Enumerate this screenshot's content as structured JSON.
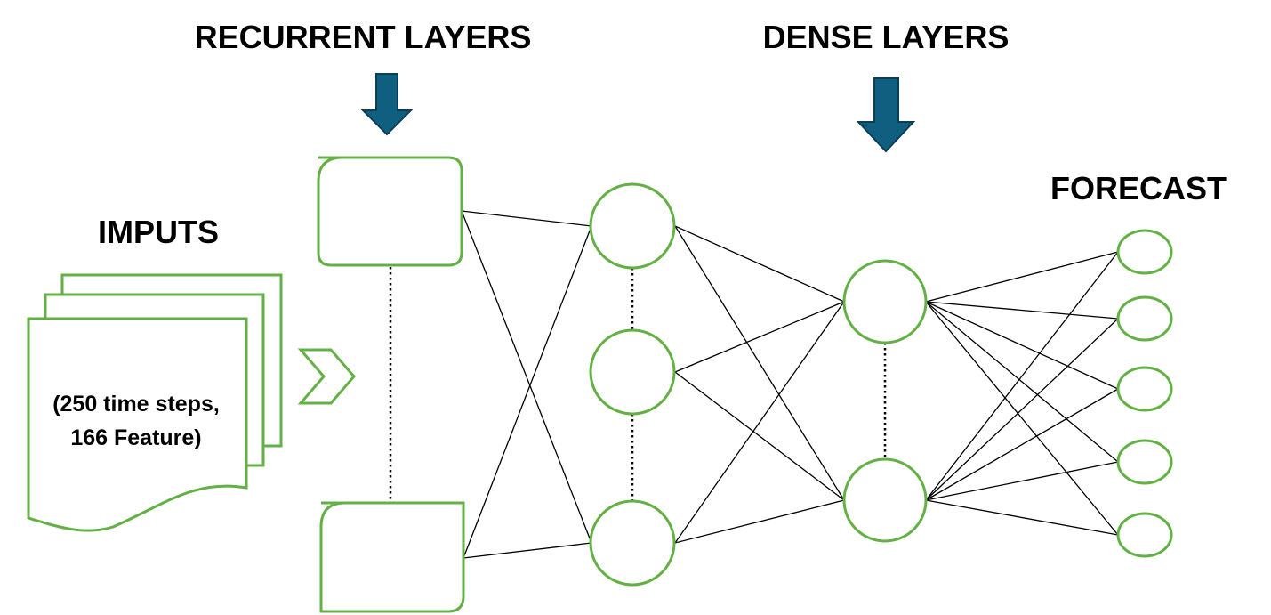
{
  "labels": {
    "recurrent_layers": "RECURRENT LAYERS",
    "dense_layers": "DENSE LAYERS",
    "inputs": "IMPUTS",
    "forecast": "FORECAST",
    "input_desc_line1": "(250 time steps,",
    "input_desc_line2": "166 Feature)"
  },
  "colors": {
    "node_outline": "#63b144",
    "arrow_fill": "#115f80",
    "connection": "#000000"
  },
  "structure": {
    "recurrent_units": 2,
    "dense_layer_1_nodes": 3,
    "dense_layer_2_nodes": 2,
    "forecast_outputs": 5
  }
}
